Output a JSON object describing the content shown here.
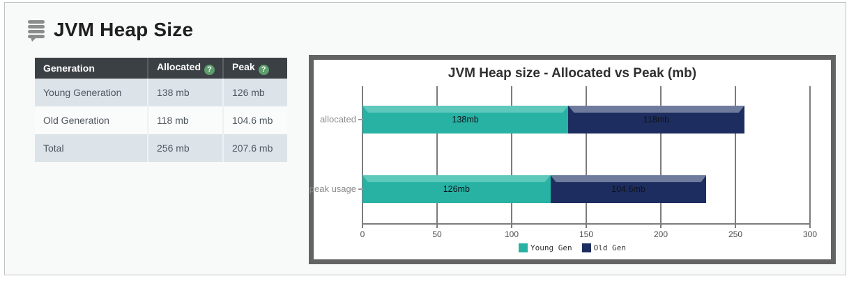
{
  "page": {
    "title": "JVM Heap Size"
  },
  "table": {
    "headers": [
      {
        "label": "Generation",
        "help": false
      },
      {
        "label": "Allocated",
        "help": true
      },
      {
        "label": "Peak",
        "help": true
      }
    ],
    "help_glyph": "?",
    "rows": [
      {
        "generation": "Young Generation",
        "allocated": "138 mb",
        "peak": "126 mb"
      },
      {
        "generation": "Old Generation",
        "allocated": "118 mb",
        "peak": "104.6 mb"
      },
      {
        "generation": "Total",
        "allocated": "256 mb",
        "peak": "207.6 mb"
      }
    ]
  },
  "chart_data": {
    "type": "bar",
    "orientation": "horizontal",
    "stacked": true,
    "title": "JVM Heap size - Allocated vs Peak (mb)",
    "categories": [
      "allocated",
      "peak usage"
    ],
    "series": [
      {
        "name": "Young Gen",
        "color": "#27b2a4",
        "bevel_color": "#5ec8bb",
        "values": [
          138,
          126
        ],
        "labels": [
          "138mb",
          "126mb"
        ]
      },
      {
        "name": "Old Gen",
        "color": "#1d2d5f",
        "bevel_color": "#6e7b9d",
        "values": [
          118,
          104.6
        ],
        "labels": [
          "118mb",
          "104.6mb"
        ]
      }
    ],
    "x_ticks": [
      0,
      50,
      100,
      150,
      200,
      250,
      300
    ],
    "xlim": [
      0,
      300
    ],
    "grid": true,
    "legend_position": "bottom"
  },
  "colors": {
    "accent_teal": "#27b2a4",
    "accent_navy": "#1d2d5f",
    "table_header_bg": "#3b4045",
    "table_stripe_bg": "#dce4e9",
    "help_badge_bg": "#5d9e6c",
    "chart_border": "#636363",
    "grid_line": "#7c7c7c"
  }
}
